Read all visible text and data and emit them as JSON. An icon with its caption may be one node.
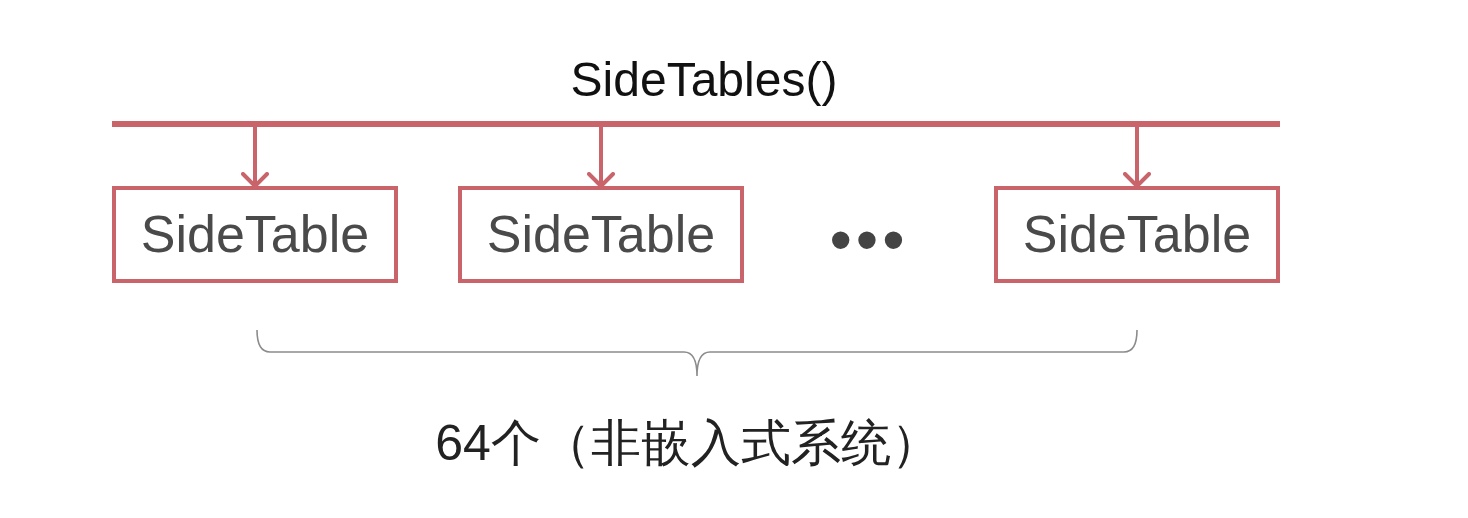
{
  "diagram": {
    "nodes": [
      {
        "text": [
          "SideTables()"
        ]
      },
      {
        "text": [
          "SideTable"
        ]
      },
      {
        "text": [
          "SideTable"
        ]
      },
      {
        "text": [
          "SideTable"
        ]
      }
    ],
    "edges": [
      {
        "from": 0,
        "to": 1,
        "arrow": "to"
      },
      {
        "from": 0,
        "to": 2,
        "arrow": "to"
      },
      {
        "from": 0,
        "to": 3,
        "arrow": "to"
      }
    ],
    "labels": [
      "•••",
      "64个（非嵌入式系统）"
    ]
  }
}
